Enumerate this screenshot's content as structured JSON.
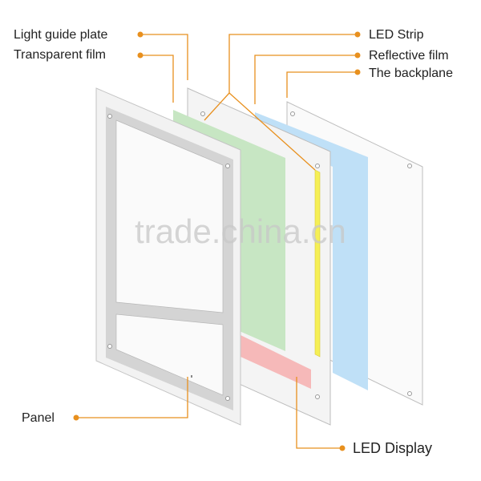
{
  "labels": {
    "light_guide_plate": "Light guide plate",
    "transparent_film": "Transparent film",
    "led_strip": "LED  Strip",
    "reflective_film": "Reflective film",
    "backplane": "The backplane",
    "panel": "Panel",
    "led_display": "LED  Display"
  },
  "watermark": "trade.china.cn",
  "colors": {
    "leader": "#e8901e",
    "panel_frame": "#d4d4d4",
    "transparent_film": "#c7e6c3",
    "led_strip": "#f5ef55",
    "led_display": "#f6b9b9",
    "reflective_film": "#bfe0f7"
  }
}
